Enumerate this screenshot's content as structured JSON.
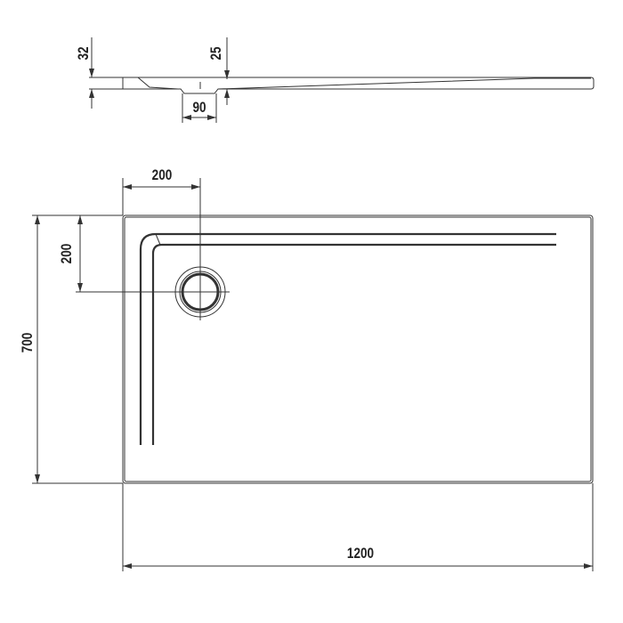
{
  "side_view": {
    "dimensions": {
      "total_height": "32",
      "drain_height": "25",
      "drain_width": "90"
    }
  },
  "plan_view": {
    "dimensions": {
      "drain_offset_x": "200",
      "drain_offset_y": "200",
      "width": "700",
      "length": "1200"
    }
  },
  "colors": {
    "line": "#333333",
    "background": "#ffffff"
  }
}
